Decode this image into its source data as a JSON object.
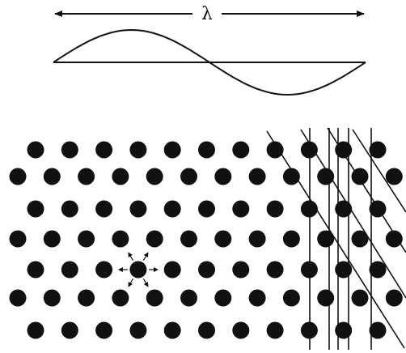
{
  "diagram": {
    "wavelength_symbol": "λ",
    "colors": {
      "ink": "#111111",
      "background": "#ffffff"
    },
    "lattice": {
      "rows": 7,
      "columns": 12,
      "row_offset_pattern": "alternating",
      "highlighted_atom": {
        "row": 4,
        "column": 3
      },
      "neighbor_arrows": 6
    },
    "vertical_lines": 5,
    "diagonal_lines": 4
  }
}
